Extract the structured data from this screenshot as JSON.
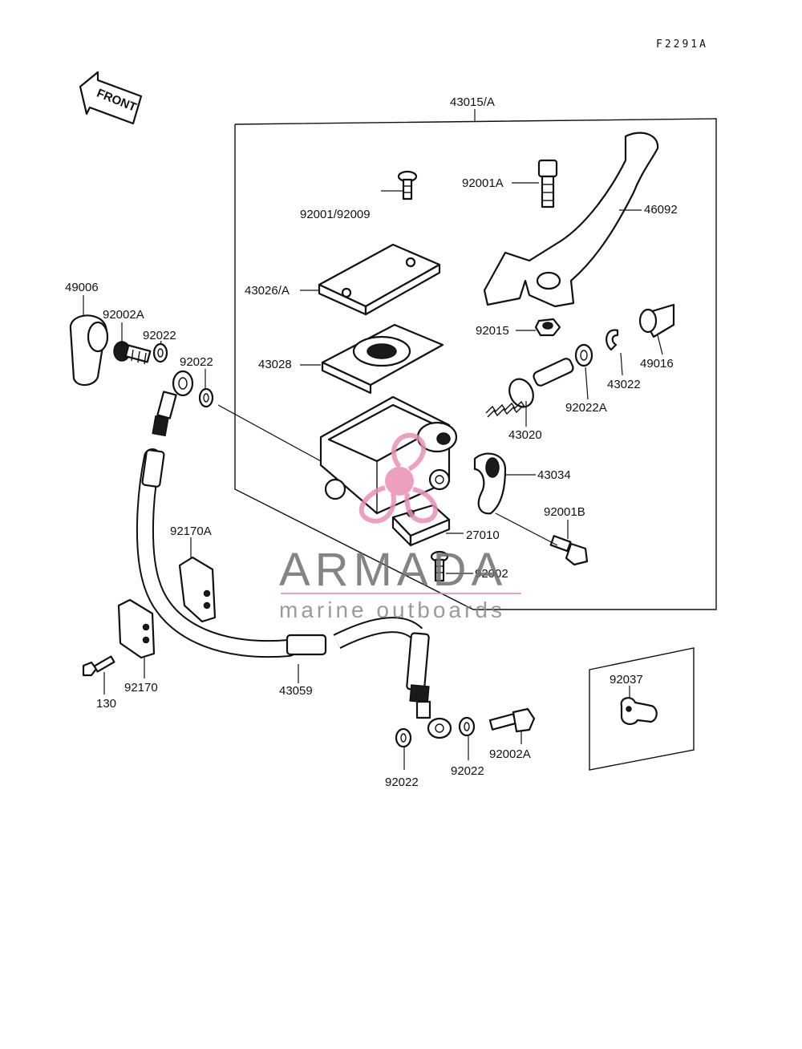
{
  "diagram_code": "F2291A",
  "front_label": "FRONT",
  "assembly_label": "43015/A",
  "watermark": {
    "brand": "ARMADA",
    "tagline": "marine outboards",
    "brand_color": "#e98fb5"
  },
  "parts": {
    "p92001A_top": "92001A",
    "p46092": "46092",
    "p92001_92009": "92001/92009",
    "p43026A": "43026/A",
    "p43028": "43028",
    "p92015": "92015",
    "p43022": "43022",
    "p49016": "49016",
    "p92022A": "92022A",
    "p43020": "43020",
    "p43034": "43034",
    "p92001B": "92001B",
    "p27010": "27010",
    "p92002": "92002",
    "p49006": "49006",
    "p92002A_left": "92002A",
    "p92022_a": "92022",
    "p92022_b": "92022",
    "p92170A": "92170A",
    "p92170": "92170",
    "p130": "130",
    "p43059": "43059",
    "p92037": "92037",
    "p92022_c": "92022",
    "p92022_d": "92022",
    "p92002A_bottom": "92002A"
  }
}
